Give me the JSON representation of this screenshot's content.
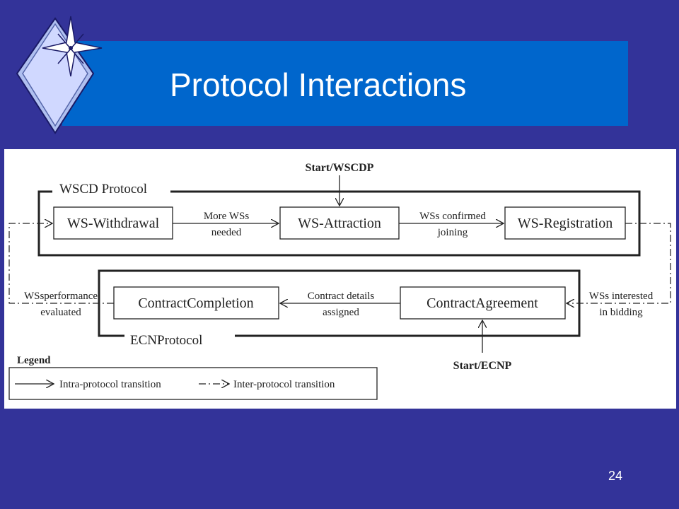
{
  "slide": {
    "title": "Protocol Interactions",
    "page_number": "24",
    "colors": {
      "background": "#333399",
      "title_bar": "#0066CC",
      "panel": "#FFFFFF"
    },
    "logo_icon": "diamond-star-icon"
  },
  "diagram": {
    "protocols": {
      "wscd": "WSCD Protocol",
      "ecn": "ECNProtocol"
    },
    "nodes": {
      "ws_withdrawal": "WS-Withdrawal",
      "ws_attraction": "WS-Attraction",
      "ws_registration": "WS-Registration",
      "contract_completion": "ContractCompletion",
      "contract_agreement": "ContractAgreement"
    },
    "labels": {
      "more_ws_1": "More WSs",
      "more_ws_2": "needed",
      "ws_confirmed_1": "WSs confirmed",
      "ws_confirmed_2": "joining",
      "contract_details_1": "Contract details",
      "contract_details_2": "assigned",
      "ws_performance_1": "WSsperformance",
      "ws_performance_2": "evaluated",
      "ws_interested_1": "WSs interested",
      "ws_interested_2": "in bidding",
      "start_wscdp": "Start/WSCDP",
      "start_ecnp": "Start/ECNP"
    },
    "legend": {
      "title": "Legend",
      "intra": "Intra-protocol transition",
      "inter": "Inter-protocol transition"
    }
  }
}
